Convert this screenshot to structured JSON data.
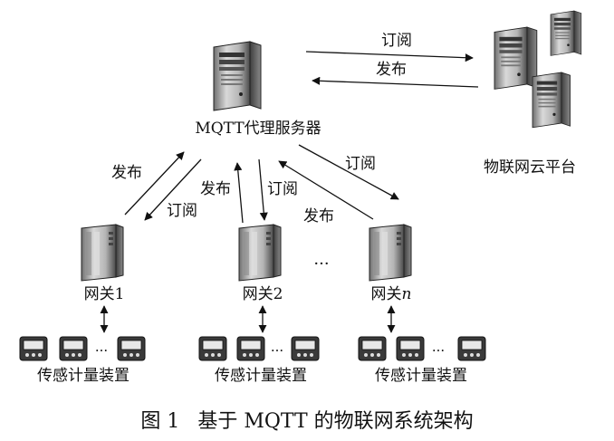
{
  "diagram": {
    "broker": {
      "label": "MQTT代理服务器"
    },
    "cloud": {
      "label": "物联网云平台"
    },
    "link_labels": {
      "broker_to_cloud": "订阅",
      "cloud_to_broker": "发布",
      "gw1_publish": "发布",
      "gw1_subscribe": "订阅",
      "gw2_publish": "发布",
      "gw2_subscribe": "订阅",
      "gwn_subscribe": "订阅",
      "gwn_publish": "发布"
    },
    "gateways": [
      {
        "label": "网关1"
      },
      {
        "label": "网关2"
      },
      {
        "label_prefix": "网关",
        "label_suffix": "n"
      }
    ],
    "ellipsis_between_gateways": "···",
    "device_groups": [
      {
        "label": "传感计量装置",
        "ellipsis": "···"
      },
      {
        "label": "传感计量装置",
        "ellipsis": "···"
      },
      {
        "label": "传感计量装置",
        "ellipsis": "···"
      }
    ],
    "caption": {
      "figure": "图 1",
      "title": "基于 MQTT 的物联网系统架构"
    }
  }
}
